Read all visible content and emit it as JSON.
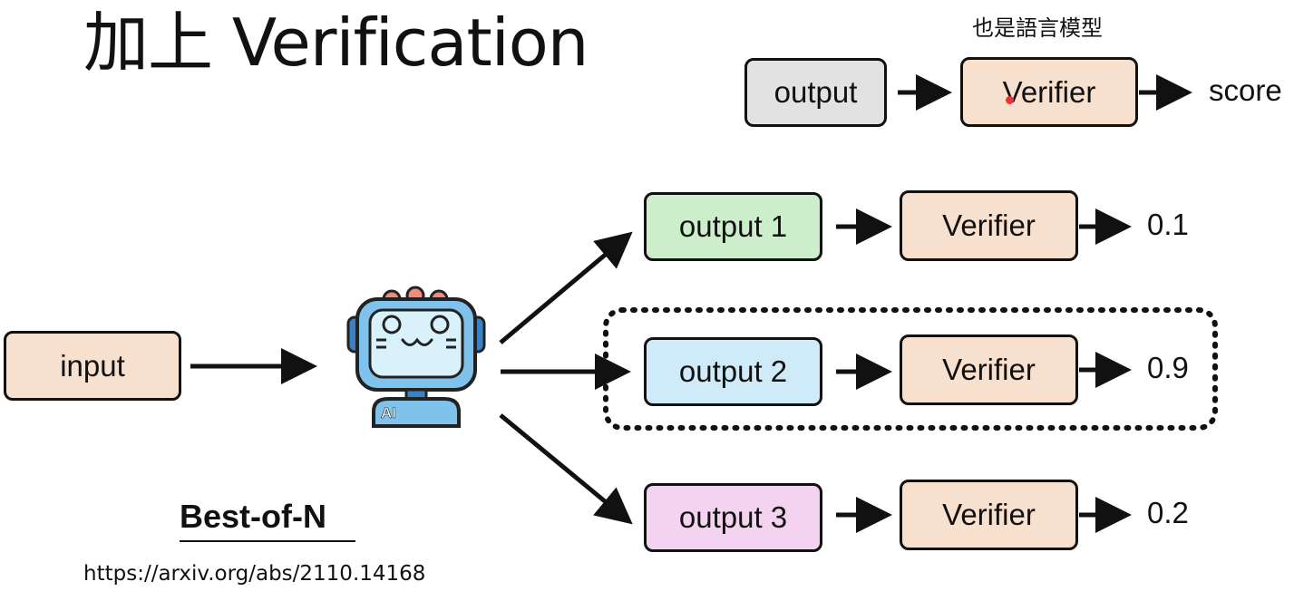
{
  "title": "加上 Verification",
  "note": "也是語言模型",
  "top_flow": {
    "output_label": "output",
    "verifier_label": "Verifier",
    "result_label": "score"
  },
  "input_label": "input",
  "model_icon": {
    "name": "robot-icon",
    "badge": "AI",
    "colors": {
      "head": "#7fc3ec",
      "screen": "#d9f1fb",
      "antenna": "#f08a7a",
      "body": "#7fc3ec"
    }
  },
  "branches": [
    {
      "output_label": "output 1",
      "verifier_label": "Verifier",
      "score": "0.1",
      "color": "#cdeecb"
    },
    {
      "output_label": "output 2",
      "verifier_label": "Verifier",
      "score": "0.9",
      "color": "#cfeaf8",
      "selected": true
    },
    {
      "output_label": "output 3",
      "verifier_label": "Verifier",
      "score": "0.2",
      "color": "#f3d3ef"
    }
  ],
  "method_label": "Best-of-N",
  "reference_url": "https://arxiv.org/abs/2110.14168"
}
